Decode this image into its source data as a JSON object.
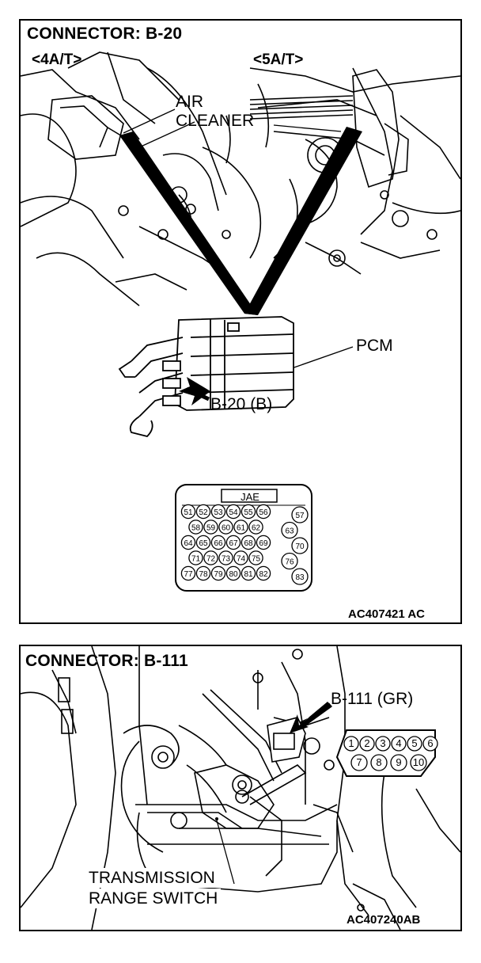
{
  "panel_top": {
    "title": "CONNECTOR: B-20",
    "variant_left": "<4A/T>",
    "variant_right": "<5A/T>",
    "label_air_cleaner_1": "AIR",
    "label_air_cleaner_2": "CLEANER",
    "label_pcm": "PCM",
    "label_connector": "B-20 (B)",
    "connector_face_header": "JAE",
    "pins_row1": [
      "51",
      "52",
      "53",
      "54",
      "55",
      "56"
    ],
    "pins_row2": [
      "58",
      "59",
      "60",
      "61",
      "62"
    ],
    "pins_row3": [
      "64",
      "65",
      "66",
      "67",
      "68",
      "69"
    ],
    "pins_row4": [
      "71",
      "72",
      "73",
      "74",
      "75"
    ],
    "pins_row5": [
      "77",
      "78",
      "79",
      "80",
      "81",
      "82"
    ],
    "pins_right": [
      "57",
      "63",
      "70",
      "76",
      "83"
    ],
    "figure_code": "AC407421 AC"
  },
  "panel_bottom": {
    "title": "CONNECTOR: B-111",
    "label_connector": "B-111 (GR)",
    "label_component_1": "TRANSMISSION",
    "label_component_2": "RANGE SWITCH",
    "pins_row1": [
      "1",
      "2",
      "3",
      "4",
      "5",
      "6"
    ],
    "pins_row2": [
      "7",
      "8",
      "9",
      "10"
    ],
    "figure_code": "AC407240AB"
  }
}
